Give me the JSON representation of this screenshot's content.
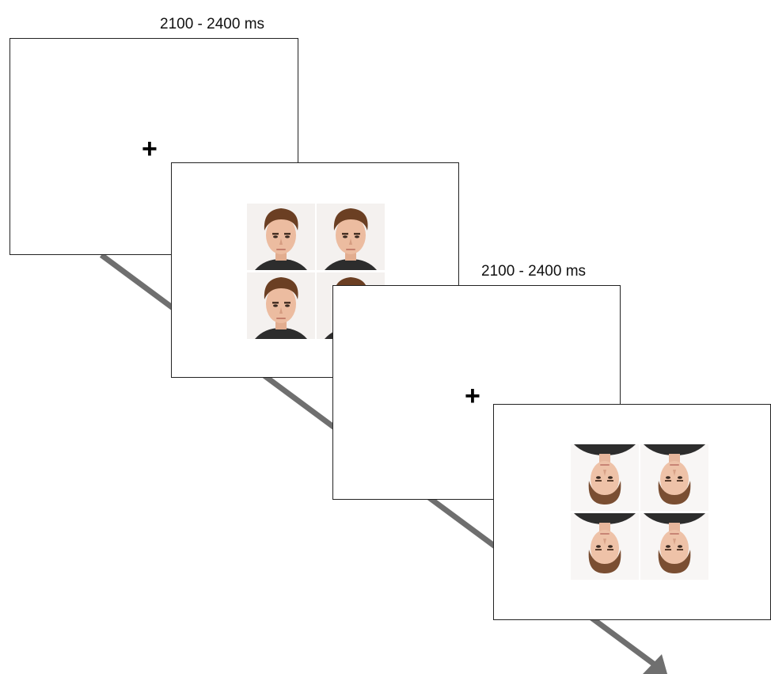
{
  "time_labels": {
    "first_fixation": "2100 - 2400 ms",
    "second_fixation": "2100 - 2400 ms"
  },
  "fixation_symbol": "+",
  "colors": {
    "arrow": "#6f6f6f",
    "border": "#222222",
    "hair_upright": "#6b3f23",
    "hair_inverted": "#7a4e32",
    "skin": "#e9b79a"
  },
  "screens": [
    {
      "name": "fixation-screen-1",
      "content": "fixation"
    },
    {
      "name": "stimulus-screen-upright",
      "content": "four upright faces"
    },
    {
      "name": "fixation-screen-2",
      "content": "fixation"
    },
    {
      "name": "stimulus-screen-inverted",
      "content": "four inverted faces"
    }
  ]
}
